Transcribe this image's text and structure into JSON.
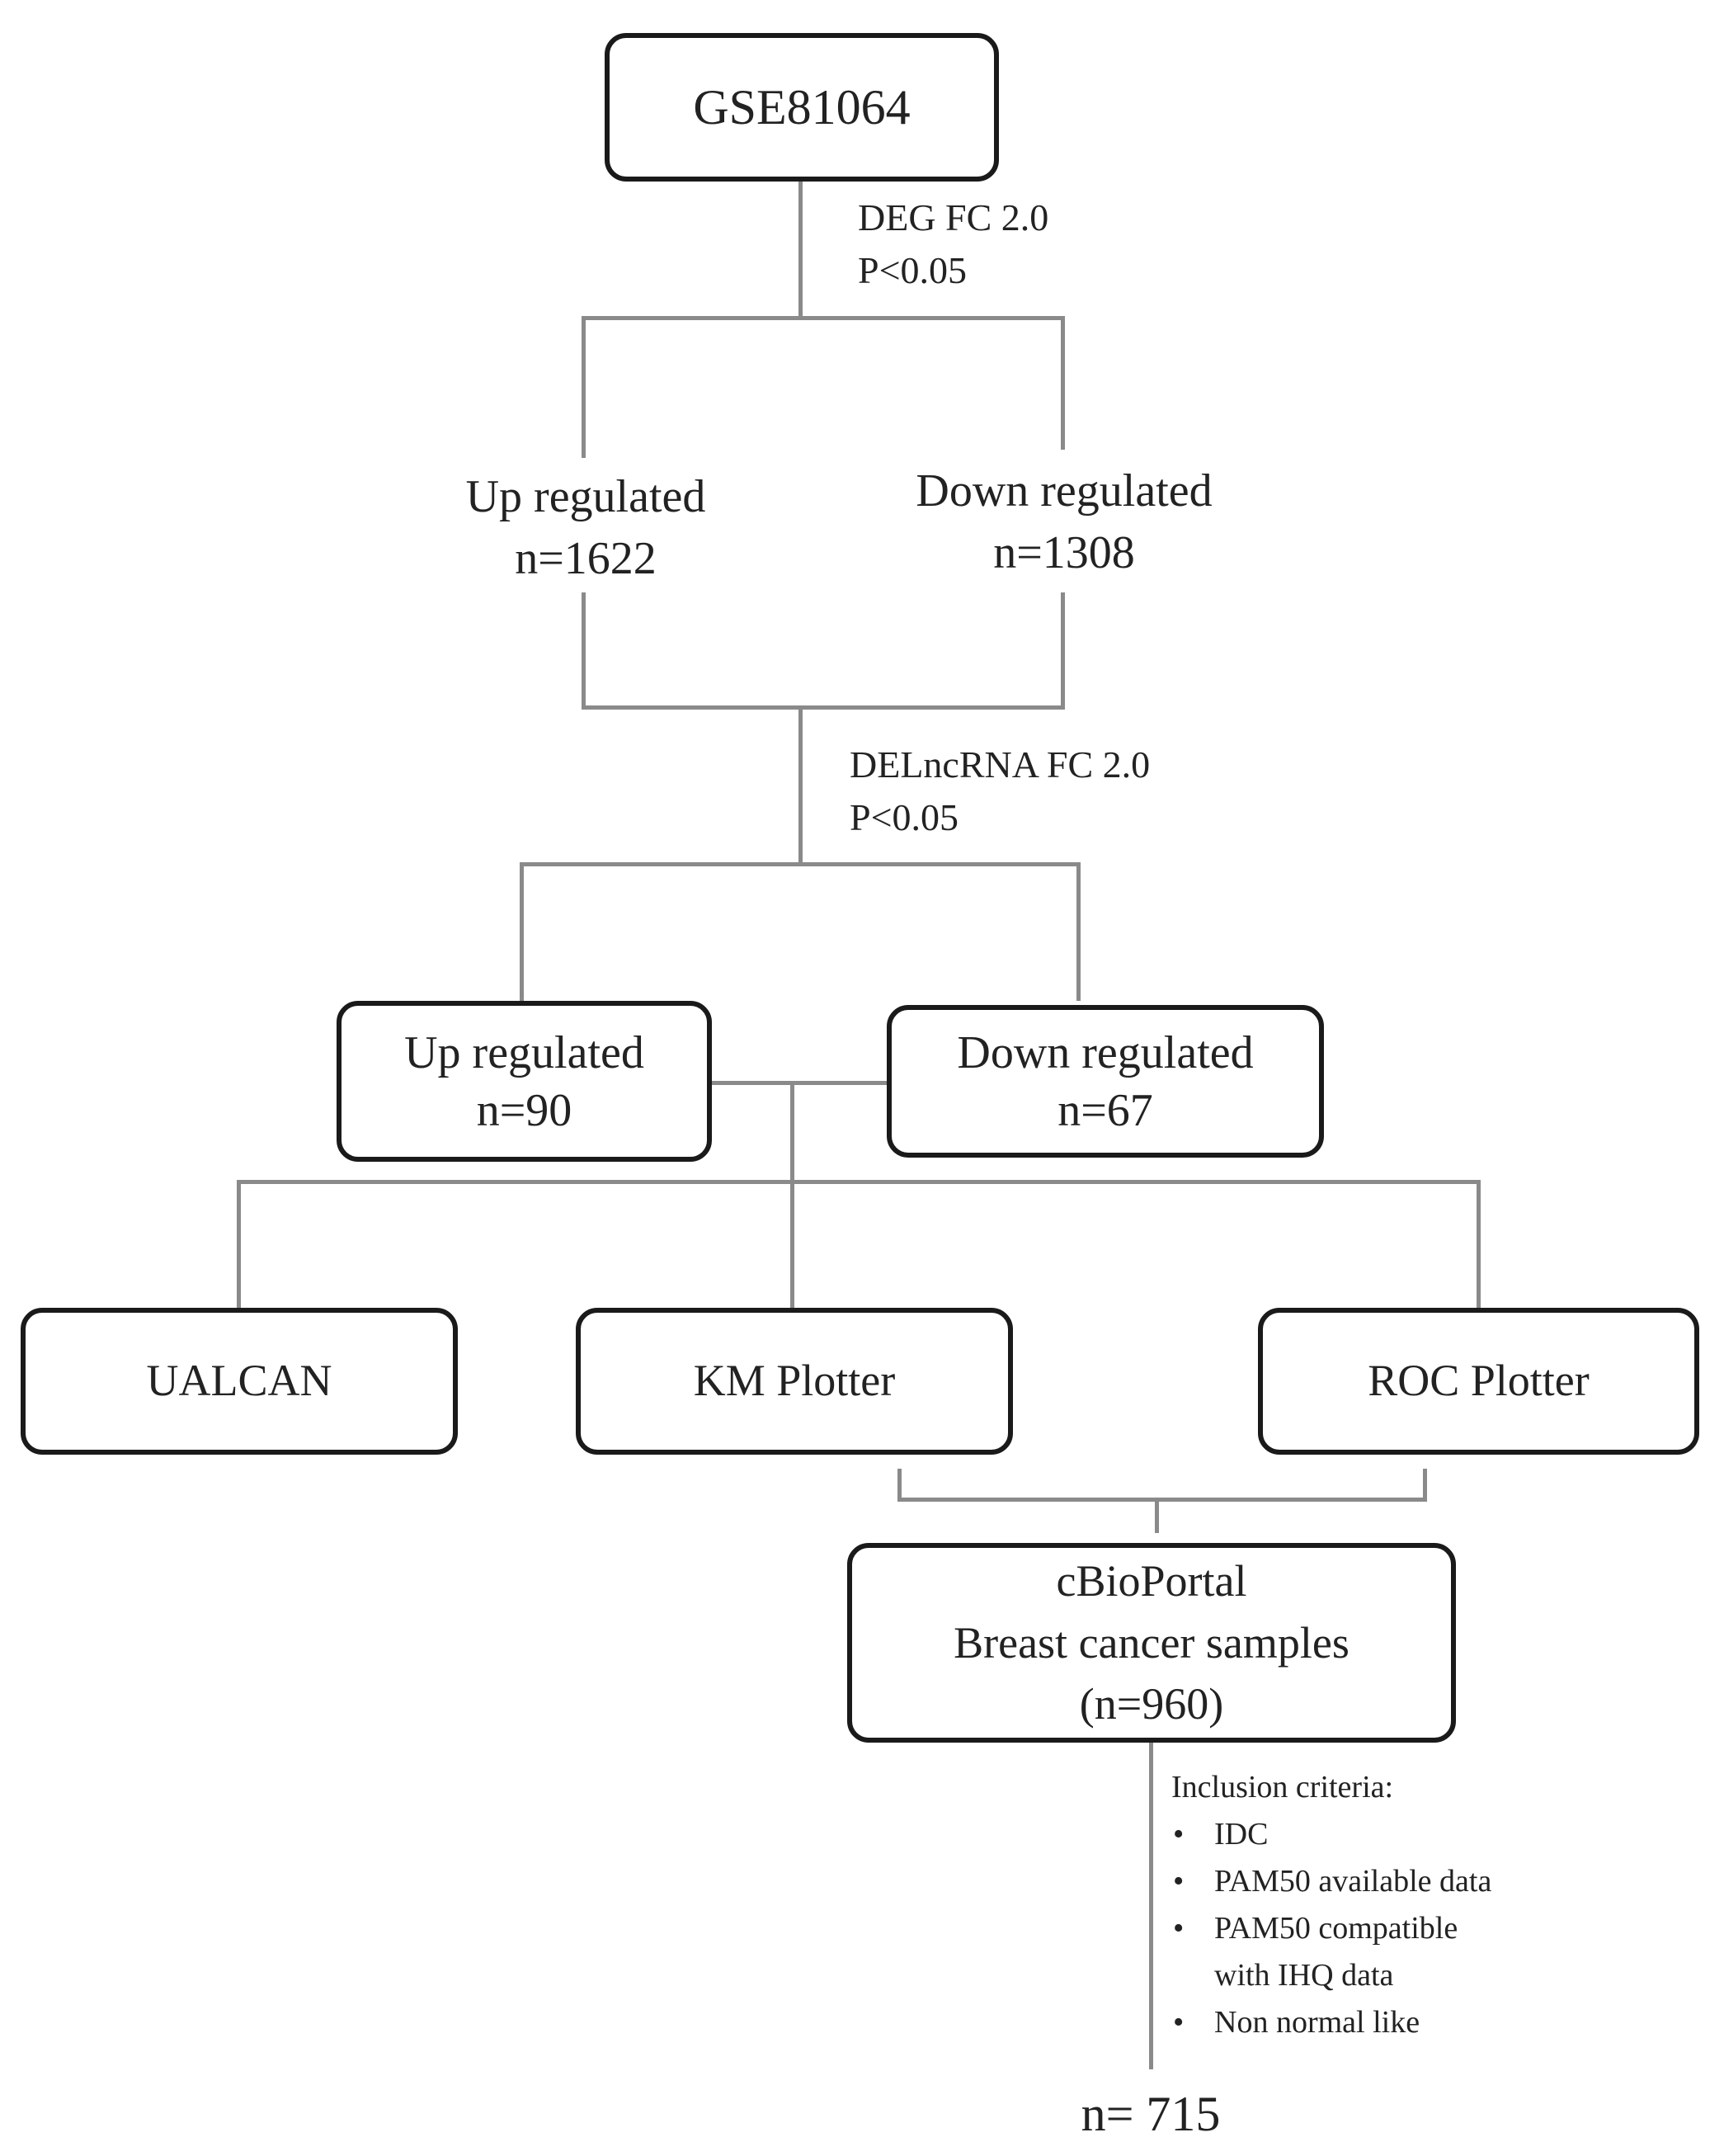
{
  "nodes": {
    "source": "GSE81064",
    "deg_criteria": {
      "line1": "DEG FC 2.0",
      "line2": "P<0.05"
    },
    "deg_up": {
      "label": "Up regulated",
      "count": "n=1622"
    },
    "deg_down": {
      "label": "Down regulated",
      "count": "n=1308"
    },
    "delnc_criteria": {
      "line1": "DELncRNA FC 2.0",
      "line2": "P<0.05"
    },
    "lnc_up": {
      "label": "Up regulated",
      "count": "n=90"
    },
    "lnc_down": {
      "label": "Down regulated",
      "count": "n=67"
    },
    "tools": {
      "ualcan": "UALCAN",
      "km": "KM Plotter",
      "roc": "ROC Plotter"
    },
    "cbioportal": {
      "line1": "cBioPortal",
      "line2": "Breast cancer samples",
      "line3": "(n=960)"
    },
    "inclusion": {
      "title": "Inclusion criteria:",
      "bullet": "•",
      "items": [
        "IDC",
        "PAM50 available data",
        "PAM50 compatible",
        "with IHQ data",
        "Non normal like"
      ]
    },
    "final": "n= 715"
  }
}
